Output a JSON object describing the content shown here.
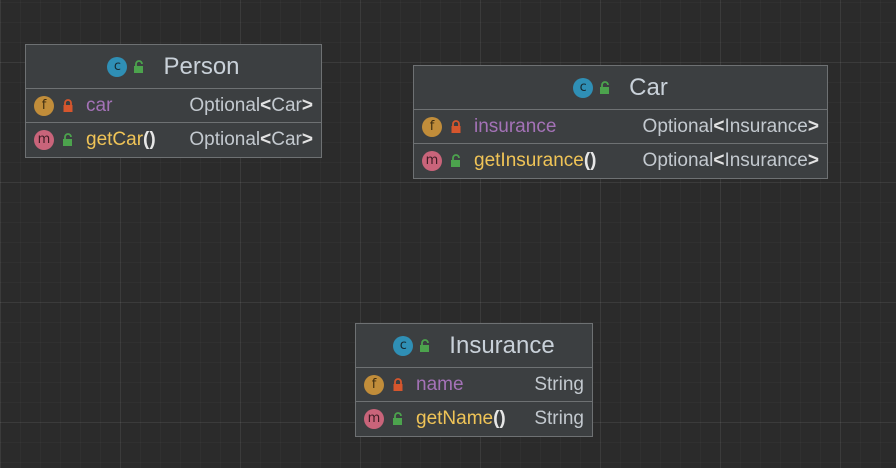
{
  "classes": [
    {
      "name": "Person",
      "badge": "c",
      "fields": [
        {
          "badge": "f",
          "name": "car",
          "type_outer": "Optional",
          "type_inner": "Car"
        }
      ],
      "methods": [
        {
          "badge": "m",
          "name": "getCar",
          "parens": "()",
          "type_outer": "Optional",
          "type_inner": "Car"
        }
      ]
    },
    {
      "name": "Car",
      "badge": "c",
      "fields": [
        {
          "badge": "f",
          "name": "insurance",
          "type_outer": "Optional",
          "type_inner": "Insurance"
        }
      ],
      "methods": [
        {
          "badge": "m",
          "name": "getInsurance",
          "parens": "()",
          "type_outer": "Optional",
          "type_inner": "Insurance"
        }
      ]
    },
    {
      "name": "Insurance",
      "badge": "c",
      "fields": [
        {
          "badge": "f",
          "name": "name",
          "type": "String"
        }
      ],
      "methods": [
        {
          "badge": "m",
          "name": "getName",
          "parens": "()",
          "type": "String"
        }
      ]
    }
  ],
  "brackets": {
    "open": "<",
    "close": ">"
  },
  "colors": {
    "background": "#2b2b2b",
    "class_box": "#3c3f41",
    "border": "#6e7173",
    "class_badge": "#2f8fb5",
    "field_badge": "#c18d3a",
    "method_badge": "#c9647a",
    "field_name": "#a472b7",
    "method_name": "#f0c457",
    "public_lock": "#4ca34d",
    "private_lock": "#d6562d"
  },
  "icons": {
    "class_visibility": "unlocked-green-icon",
    "field_visibility": "locked-orange-icon",
    "method_visibility": "unlocked-green-icon"
  }
}
